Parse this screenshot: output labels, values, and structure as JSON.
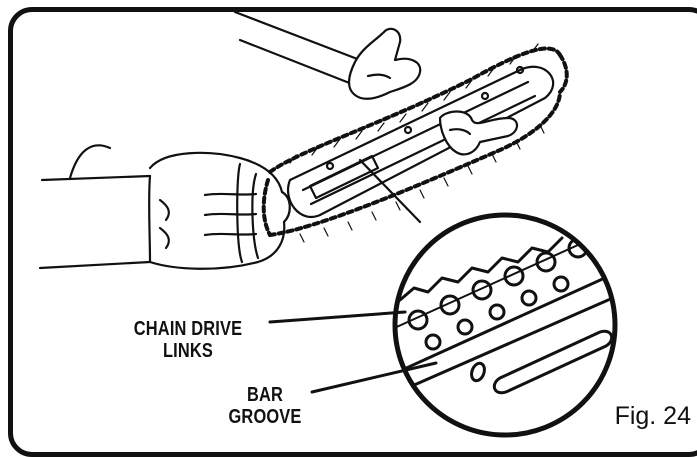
{
  "figure": {
    "callouts": {
      "chain_drive_links": {
        "line1": "CHAIN DRIVE",
        "line2": "LINKS"
      },
      "bar_groove": {
        "line1": "BAR",
        "line2": "GROOVE"
      }
    },
    "caption": "Fig. 24"
  },
  "colors": {
    "ink": "#111111",
    "paper": "#ffffff"
  }
}
